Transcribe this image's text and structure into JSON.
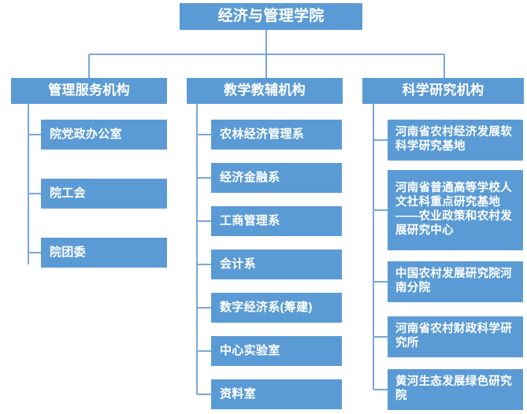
{
  "colors": {
    "box_fill": "#5B9BD5",
    "box_text": "#FFFFFF",
    "connector": "#7BA7D7",
    "background": "#FFFFFF"
  },
  "root": {
    "label": "经济与管理学院"
  },
  "branches": [
    {
      "id": "management-service",
      "label": "管理服务机构",
      "children": [
        {
          "label": "院党政办公室"
        },
        {
          "label": "院工会"
        },
        {
          "label": "院团委"
        }
      ]
    },
    {
      "id": "teaching-support",
      "label": "教学教辅机构",
      "children": [
        {
          "label": "农林经济管理系"
        },
        {
          "label": "经济金融系"
        },
        {
          "label": "工商管理系"
        },
        {
          "label": "会计系"
        },
        {
          "label": "数字经济系(筹建)"
        },
        {
          "label": "中心实验室"
        },
        {
          "label": "资料室"
        }
      ]
    },
    {
      "id": "scientific-research",
      "label": "科学研究机构",
      "children": [
        {
          "label": "河南省农村经济发展软科学研究基地"
        },
        {
          "label": "河南省普通高等学校人文社科重点研究基地——农业政策和农村发展研究中心"
        },
        {
          "label": "中国农村发展研究院河南分院"
        },
        {
          "label": "河南省农村财政科学研究所"
        },
        {
          "label": "黄河生态发展绿色研究院"
        }
      ]
    }
  ]
}
